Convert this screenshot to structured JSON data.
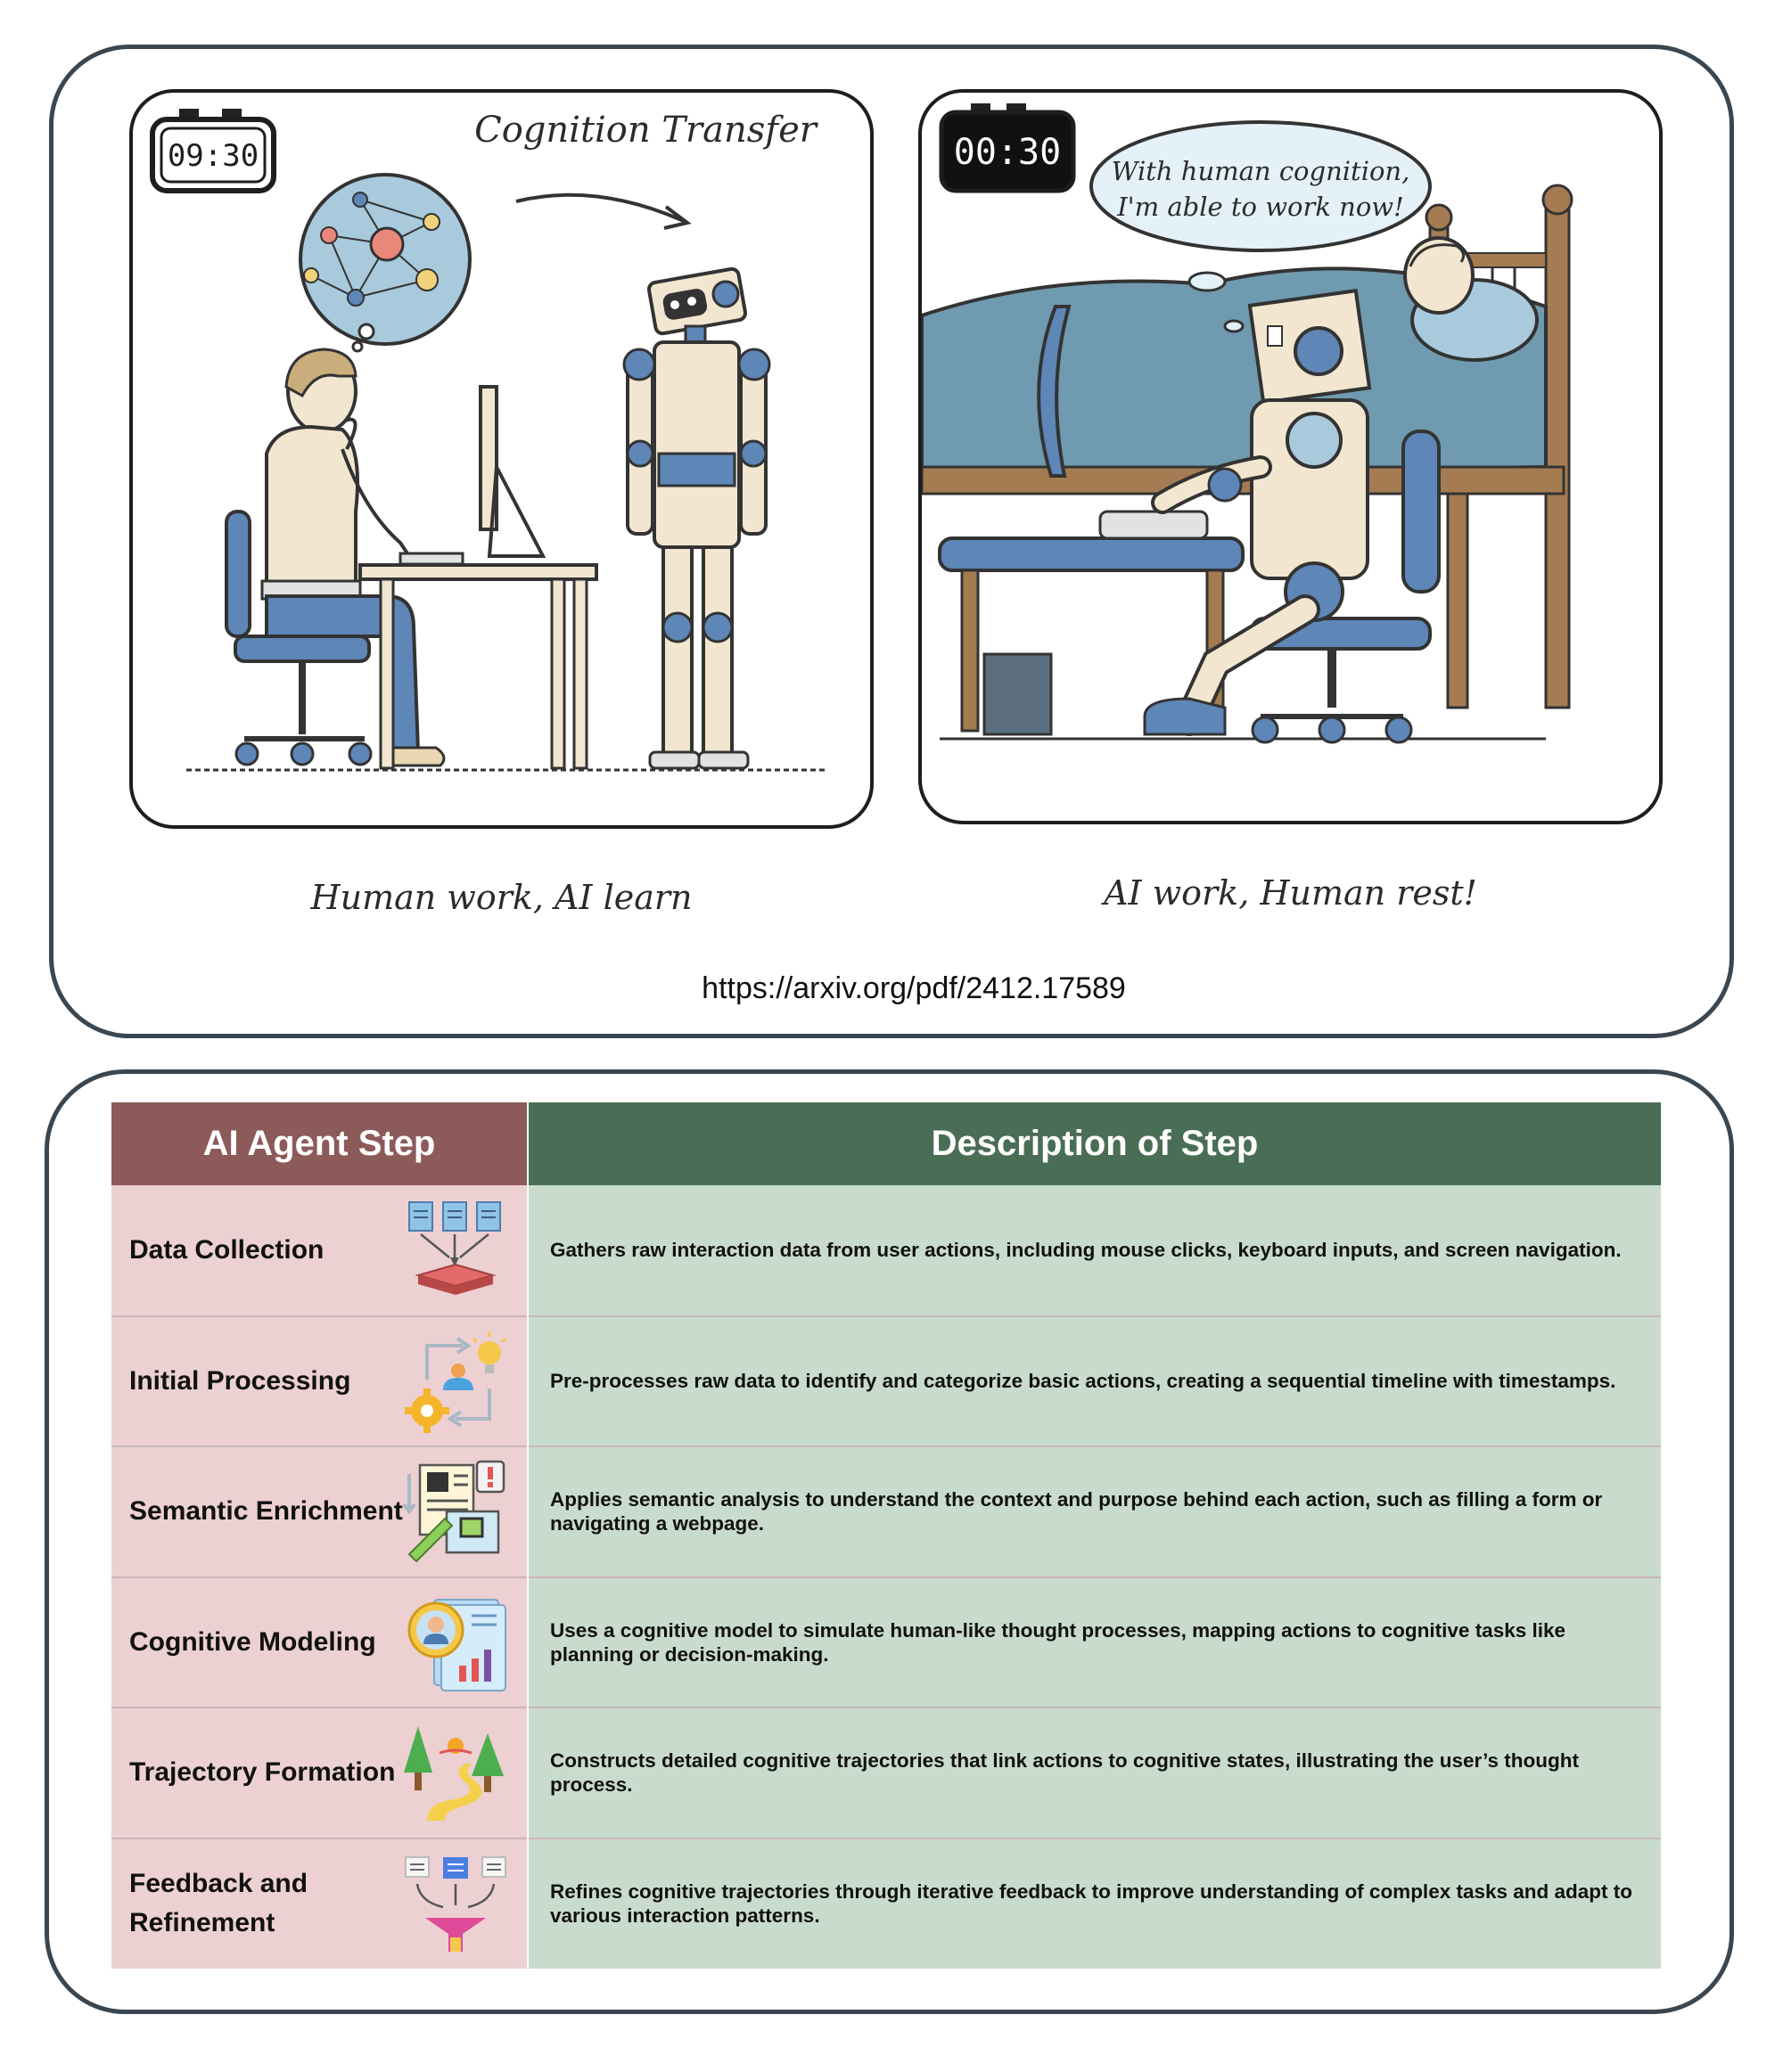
{
  "top": {
    "left_panel": {
      "timer": "09:30",
      "title": "Cognition Transfer",
      "caption": "Human work, AI learn"
    },
    "right_panel": {
      "timer": "00:30",
      "speech_line1": "With human cognition,",
      "speech_line2": "I'm able to work now!",
      "caption": "AI work, Human rest!"
    },
    "source_url": "https://arxiv.org/pdf/2412.17589"
  },
  "table": {
    "headers": [
      "AI Agent Step",
      "Description of Step"
    ],
    "rows": [
      {
        "step": "Data Collection",
        "icon": "data-collection-icon",
        "description": "Gathers raw interaction data from user actions, including mouse clicks, keyboard inputs, and screen navigation."
      },
      {
        "step": "Initial Processing",
        "icon": "processing-gear-icon",
        "description": "Pre-processes raw data to identify and categorize basic actions, creating a sequential timeline with timestamps."
      },
      {
        "step": "Semantic Enrichment",
        "icon": "semantic-document-icon",
        "description": "Applies semantic analysis to understand the context and purpose behind each action, such as filling a form or navigating a webpage."
      },
      {
        "step": "Cognitive Modeling",
        "icon": "cognitive-profile-icon",
        "description": "Uses a cognitive model to simulate human-like thought processes, mapping actions to cognitive tasks like planning or decision-making."
      },
      {
        "step": "Trajectory Formation",
        "icon": "trajectory-path-icon",
        "description": "Constructs detailed cognitive trajectories that link actions to cognitive states, illustrating the user’s thought process."
      },
      {
        "step": "Feedback and Refinement",
        "icon": "feedback-funnel-icon",
        "description": "Refines cognitive trajectories through iterative feedback to improve understanding of complex tasks and adapt to various interaction patterns."
      }
    ]
  }
}
